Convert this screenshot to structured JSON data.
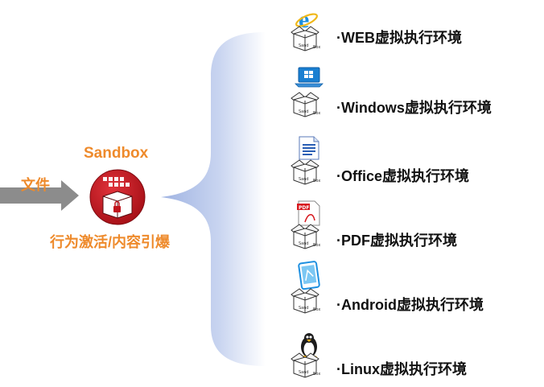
{
  "sandbox": {
    "title": "Sandbox",
    "input_label": "文件",
    "caption": "行为激活/内容引爆",
    "box_label_top": "Sand",
    "box_label_bottom": "Box"
  },
  "environments": [
    {
      "label": "·WEB虚拟执行环境",
      "icon": "ie-browser-icon"
    },
    {
      "label": "·Windows虚拟执行环境",
      "icon": "windows-laptop-icon"
    },
    {
      "label": "·Office虚拟执行环境",
      "icon": "office-document-icon"
    },
    {
      "label": "·PDF虚拟执行环境",
      "icon": "pdf-document-icon"
    },
    {
      "label": "·Android虚拟执行环境",
      "icon": "android-phone-icon"
    },
    {
      "label": "·Linux虚拟执行环境",
      "icon": "linux-penguin-icon"
    }
  ],
  "colors": {
    "accent": "#ee8a2b",
    "arrow": "#8c8c8c",
    "sandbox_red": "#c0141c",
    "brace_gradient_start": "#aebfe6",
    "brace_gradient_end": "#ffffff"
  }
}
